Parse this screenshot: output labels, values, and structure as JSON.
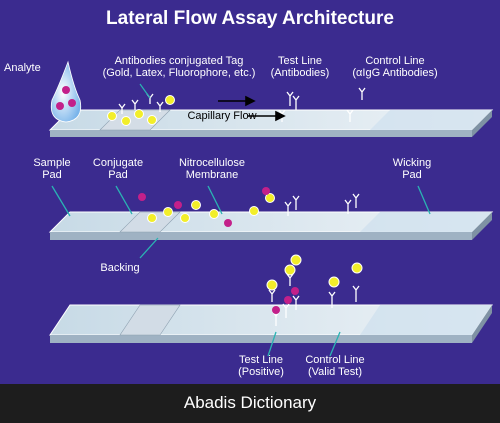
{
  "title": "Lateral Flow Assay Architecture",
  "strip1": {
    "analyte": "Analyte",
    "antibodies": "Antibodies conjugated Tag\n(Gold, Latex, Fluorophore, etc.)",
    "test_line": "Test Line\n(Antibodies)",
    "control_line": "Control Line\n(αIgG Antibodies)",
    "capillary_flow": "Capillary Flow"
  },
  "strip2": {
    "sample_pad": "Sample\nPad",
    "conjugate_pad": "Conjugate\nPad",
    "membrane": "Nitrocellulose\nMembrane",
    "wicking_pad": "Wicking\nPad",
    "backing": "Backing"
  },
  "strip3": {
    "test_line": "Test Line\n(Positive)",
    "control_line": "Control Line\n(Valid Test)"
  },
  "footer": {
    "brand": "Abadis Dictionary"
  },
  "colors": {
    "background": "#3b2b8f",
    "strip_top": "#dfe9f1",
    "strip_side": "#b9c8d6",
    "gold": "#f2ee2a",
    "analyte": "#c3208a",
    "leader": "#2ab3b3",
    "footer": "#1d1d1d"
  }
}
